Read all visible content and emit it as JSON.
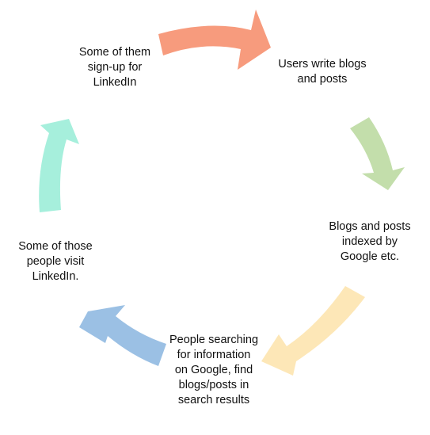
{
  "diagram": {
    "type": "cycle",
    "steps": [
      {
        "text": "Some  of them\nsign-up for\nLinkedIn"
      },
      {
        "text": "Users write blogs\nand posts"
      },
      {
        "text": "Blogs and posts\nindexed by\nGoogle etc."
      },
      {
        "text": "People searching\nfor information\non Google, find\nblogs/posts in\nsearch results"
      },
      {
        "text": "Some of those\npeople visit\nLinkedIn."
      }
    ],
    "arrows": [
      {
        "from": "sign-up-for-linkedin",
        "to": "users-write-blogs",
        "color": "#F79B7D"
      },
      {
        "from": "users-write-blogs",
        "to": "indexed-by-google",
        "color": "#C3DEAB"
      },
      {
        "from": "indexed-by-google",
        "to": "people-find-posts",
        "color": "#FDE7B7"
      },
      {
        "from": "people-find-posts",
        "to": "visit-linkedin",
        "color": "#9BC0E4"
      },
      {
        "from": "visit-linkedin",
        "to": "sign-up-for-linkedin",
        "color": "#A6EFDC"
      }
    ]
  }
}
